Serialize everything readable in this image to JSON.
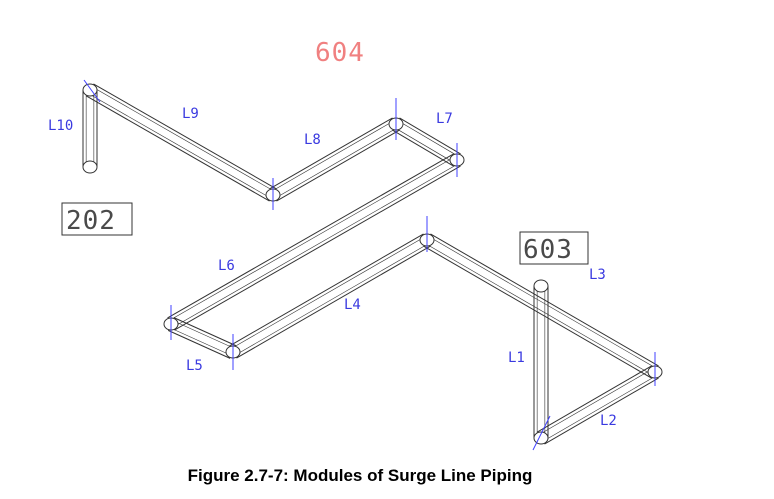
{
  "caption": "Figure 2.7-7: Modules of Surge Line Piping",
  "modules": {
    "m604": "604",
    "m202": "202",
    "m603": "603"
  },
  "segments": {
    "L1": "L1",
    "L2": "L2",
    "L3": "L3",
    "L4": "L4",
    "L5": "L5",
    "L6": "L6",
    "L7": "L7",
    "L8": "L8",
    "L9": "L9",
    "L10": "L10"
  },
  "colors": {
    "pipe": "#333333",
    "label": "#3a3ae0",
    "tick": "#4040ff",
    "highlight": "#f08080"
  }
}
